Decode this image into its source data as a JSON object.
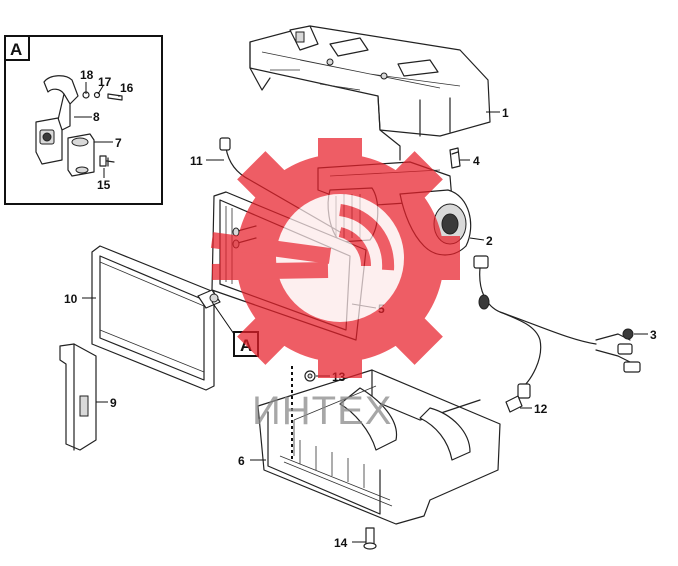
{
  "detail_box": {
    "label": "A"
  },
  "detail_callout": {
    "label": "A"
  },
  "watermark": {
    "text": "ИНТЕХ",
    "color": "#e8202a"
  },
  "parts": {
    "p1": "1",
    "p2": "2",
    "p3": "3",
    "p4": "4",
    "p5": "5",
    "p6": "6",
    "p7": "7",
    "p8": "8",
    "p9": "9",
    "p10": "10",
    "p11": "11",
    "p12": "12",
    "p13": "13",
    "p14": "14",
    "p15": "15",
    "p16": "16",
    "p17": "17",
    "p18": "18"
  }
}
